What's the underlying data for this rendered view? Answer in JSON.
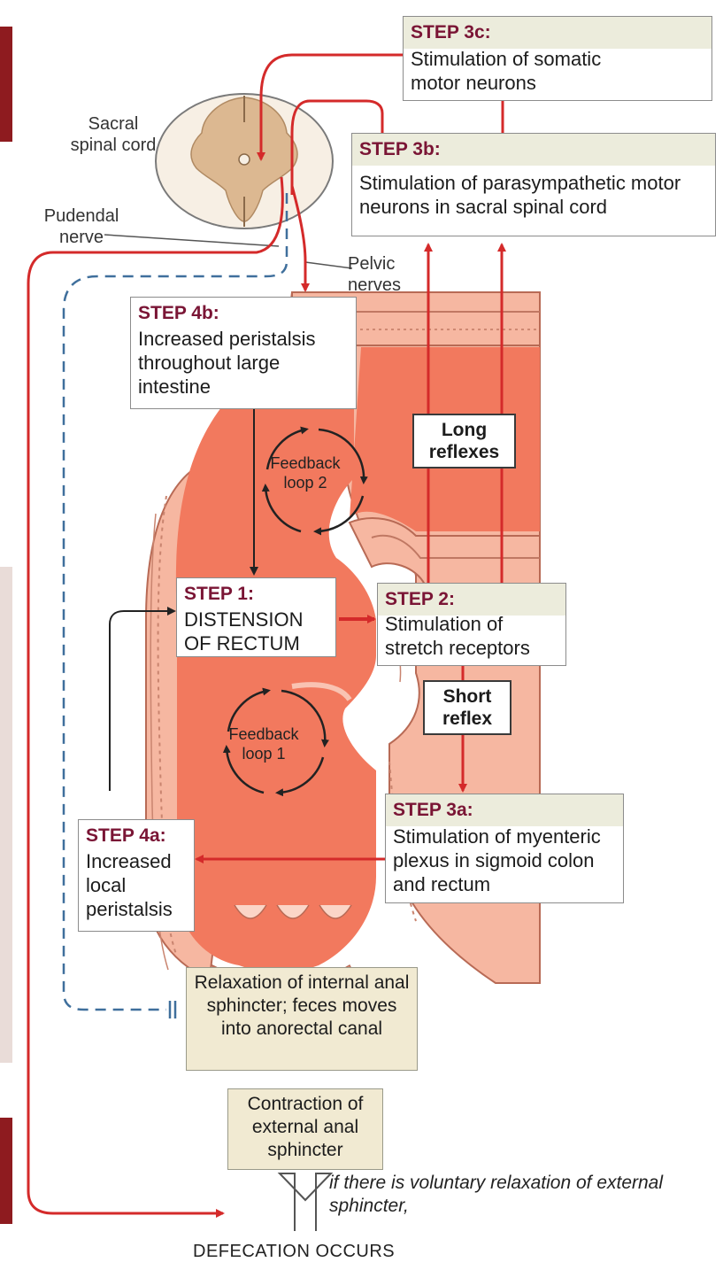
{
  "labels": {
    "sacral_spinal_cord": "Sacral spinal cord",
    "pudendal_nerve": "Pudendal nerve",
    "pelvic_nerves": "Pelvic nerves",
    "feedback_loop_2": "Feedback loop 2",
    "feedback_loop_1": "Feedback loop 1",
    "long_reflexes": "Long reflexes",
    "short_reflex": "Short reflex"
  },
  "steps": {
    "step3c": {
      "title": "STEP 3c:",
      "text": "Stimulation of somatic motor neurons"
    },
    "step3b": {
      "title": "STEP 3b:",
      "text": "Stimulation of parasympathetic motor neurons in sacral spinal cord"
    },
    "step4b": {
      "title": "STEP 4b:",
      "text": "Increased peristalsis throughout large intestine"
    },
    "step1": {
      "title": "STEP 1:",
      "text": "DISTENSION OF RECTUM"
    },
    "step2": {
      "title": "STEP 2:",
      "text": "Stimulation of stretch receptors"
    },
    "step3a": {
      "title": "STEP 3a:",
      "text": "Stimulation of myenteric plexus in sigmoid colon and rectum"
    },
    "step4a": {
      "title": "STEP 4a:",
      "text": "Increased local peristalsis"
    }
  },
  "outcomes": {
    "internal_sphincter": "Relaxation of internal anal sphincter; feces moves into anorectal canal",
    "external_sphincter": "Contraction of external anal sphincter",
    "voluntary_note": "if there is voluntary relaxation of external sphincter,",
    "defecation": "DEFECATION OCCURS"
  },
  "colors": {
    "nerve_red": "#d42a2a",
    "inhibitory_blue": "#3f6f9c",
    "tissue": "#f2a58e",
    "lumen": "#f2795e",
    "step_title": "#7a1535",
    "outcome_box": "#f1ead2"
  }
}
